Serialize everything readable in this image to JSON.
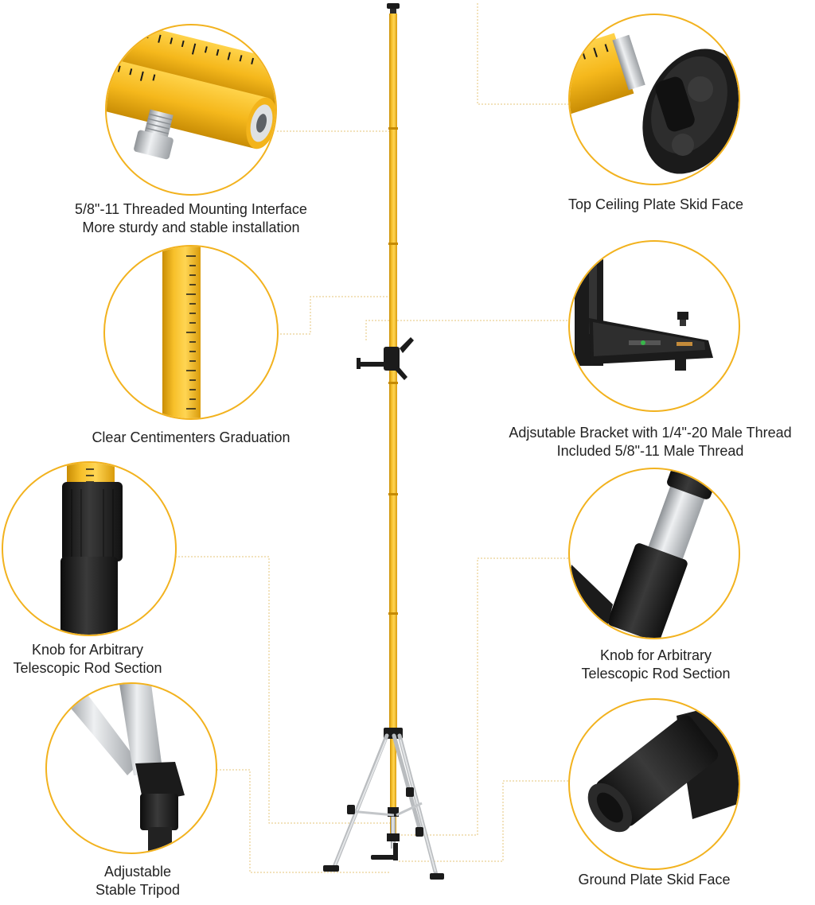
{
  "colors": {
    "rod_yellow": "#f5b81c",
    "rod_dark": "#d69a08",
    "circle_border": "#f2b21e",
    "leader_line": "#e6c57a",
    "black_part": "#1b1b1b",
    "aluminum": "#c9cbcd"
  },
  "callouts": {
    "threaded_interface": {
      "line1": "5/8\"-11 Threaded Mounting Interface",
      "line2": "More sturdy and stable installation"
    },
    "top_plate": {
      "line1": "Top Ceiling Plate Skid Face"
    },
    "graduation": {
      "line1": "Clear Centimenters Graduation"
    },
    "bracket": {
      "line1": "Adjsutable Bracket with 1/4\"-20 Male Thread",
      "line2": "Included 5/8\"-11 Male Thread"
    },
    "knob_left": {
      "line1": "Knob for Arbitrary",
      "line2": "Telescopic Rod Section"
    },
    "knob_right": {
      "line1": "Knob for Arbitrary",
      "line2": "Telescopic Rod Section"
    },
    "tripod": {
      "line1": "Adjustable",
      "line2": "Stable Tripod"
    },
    "ground_plate": {
      "line1": "Ground Plate Skid Face"
    }
  }
}
